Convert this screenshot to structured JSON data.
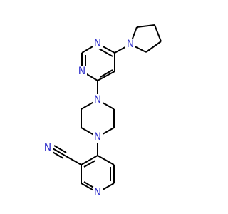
{
  "molecule": {
    "atom_labels": {
      "pyrrolidine_n": "N",
      "pyrimidine_n1": "N",
      "pyrimidine_n3": "N",
      "piperazine_n1": "N",
      "piperazine_n4": "N",
      "nitrile_n": "N",
      "pyridine_n": "N"
    }
  },
  "colors": {
    "bond": "#000000",
    "nitrogen": "#3333cc",
    "background": "#ffffff"
  }
}
